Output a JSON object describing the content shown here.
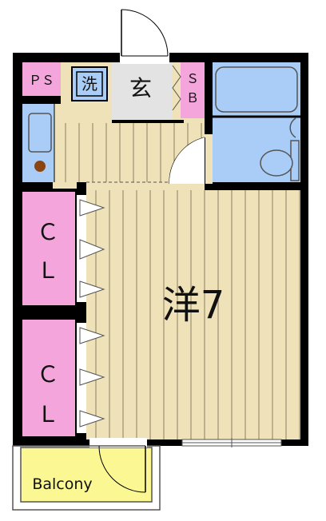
{
  "rooms": {
    "pipe_space": "ＰＳ",
    "washer": "洗",
    "entrance": "玄",
    "shoe_box_top": "Ｓ",
    "shoe_box_bottom": "Ｂ",
    "closet_upper_c": "Ｃ",
    "closet_upper_l": "Ｌ",
    "closet_lower_c": "Ｃ",
    "closet_lower_l": "Ｌ",
    "main_room": "洋7",
    "balcony": "Balcony"
  },
  "colors": {
    "wall": "#000000",
    "floor": "#EFE2B8",
    "floor_line": "#8B7E60",
    "closet": "#F4A6DC",
    "wet_area": "#A9CDF7",
    "entrance_floor": "#E3E3E3",
    "balcony": "#FBF792"
  }
}
